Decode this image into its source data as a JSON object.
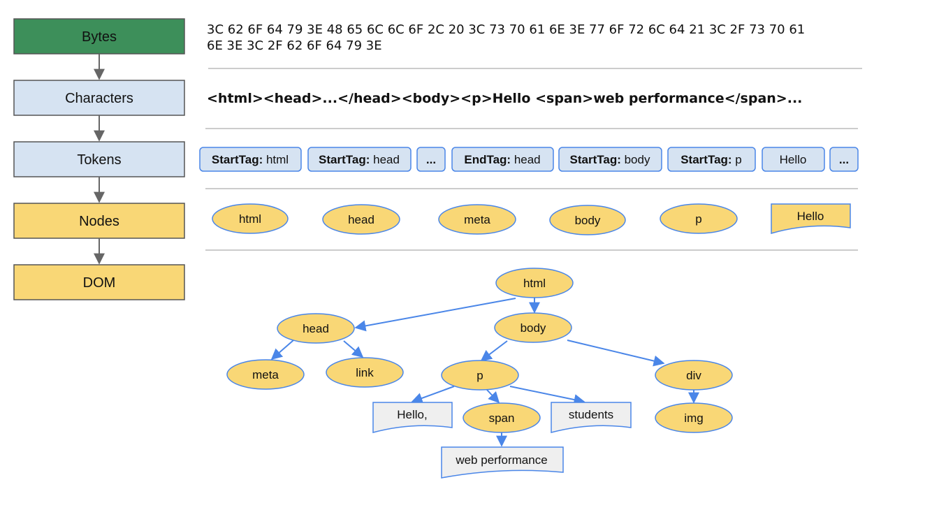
{
  "stages": [
    {
      "label": "Bytes",
      "fill": "#3d8f5a"
    },
    {
      "label": "Characters",
      "fill": "#d6e3f2"
    },
    {
      "label": "Tokens",
      "fill": "#d6e3f2"
    },
    {
      "label": "Nodes",
      "fill": "#f9d776"
    },
    {
      "label": "DOM",
      "fill": "#f9d776"
    }
  ],
  "bytes": {
    "line1": "3C 62 6F 64 79 3E 48 65 6C 6C 6F 2C 20 3C 73 70 61 6E 3E 77 6F 72 6C 64 21 3C 2F 73 70 61",
    "line2": "6E 3E 3C 2F 62 6F 64 79 3E"
  },
  "characters": "<html><head>...</head><body><p>Hello <span>web performance</span>...",
  "tokens": [
    {
      "bold": "StartTag:",
      "text": " html"
    },
    {
      "bold": "StartTag:",
      "text": " head"
    },
    {
      "bold": "...",
      "text": ""
    },
    {
      "bold": "EndTag:",
      "text": " head"
    },
    {
      "bold": "StartTag:",
      "text": " body"
    },
    {
      "bold": "StartTag:",
      "text": " p"
    },
    {
      "bold": "",
      "text": "Hello"
    },
    {
      "bold": "...",
      "text": ""
    }
  ],
  "nodes": [
    "html",
    "head",
    "meta",
    "body",
    "p",
    "Hello"
  ],
  "dom": {
    "html": "html",
    "head": "head",
    "body": "body",
    "meta": "meta",
    "link": "link",
    "p": "p",
    "div": "div",
    "hello": "Hello,",
    "span": "span",
    "students": "students",
    "img": "img",
    "web": "web performance"
  },
  "colors": {
    "node_fill": "#f9d776",
    "node_stroke": "#4a86e8",
    "arrow_blue": "#4a86e8",
    "arrow_gray": "#666666",
    "token_fill": "#d6e3f2",
    "text_box_fill": "#efefef",
    "divider": "#cccccc"
  }
}
